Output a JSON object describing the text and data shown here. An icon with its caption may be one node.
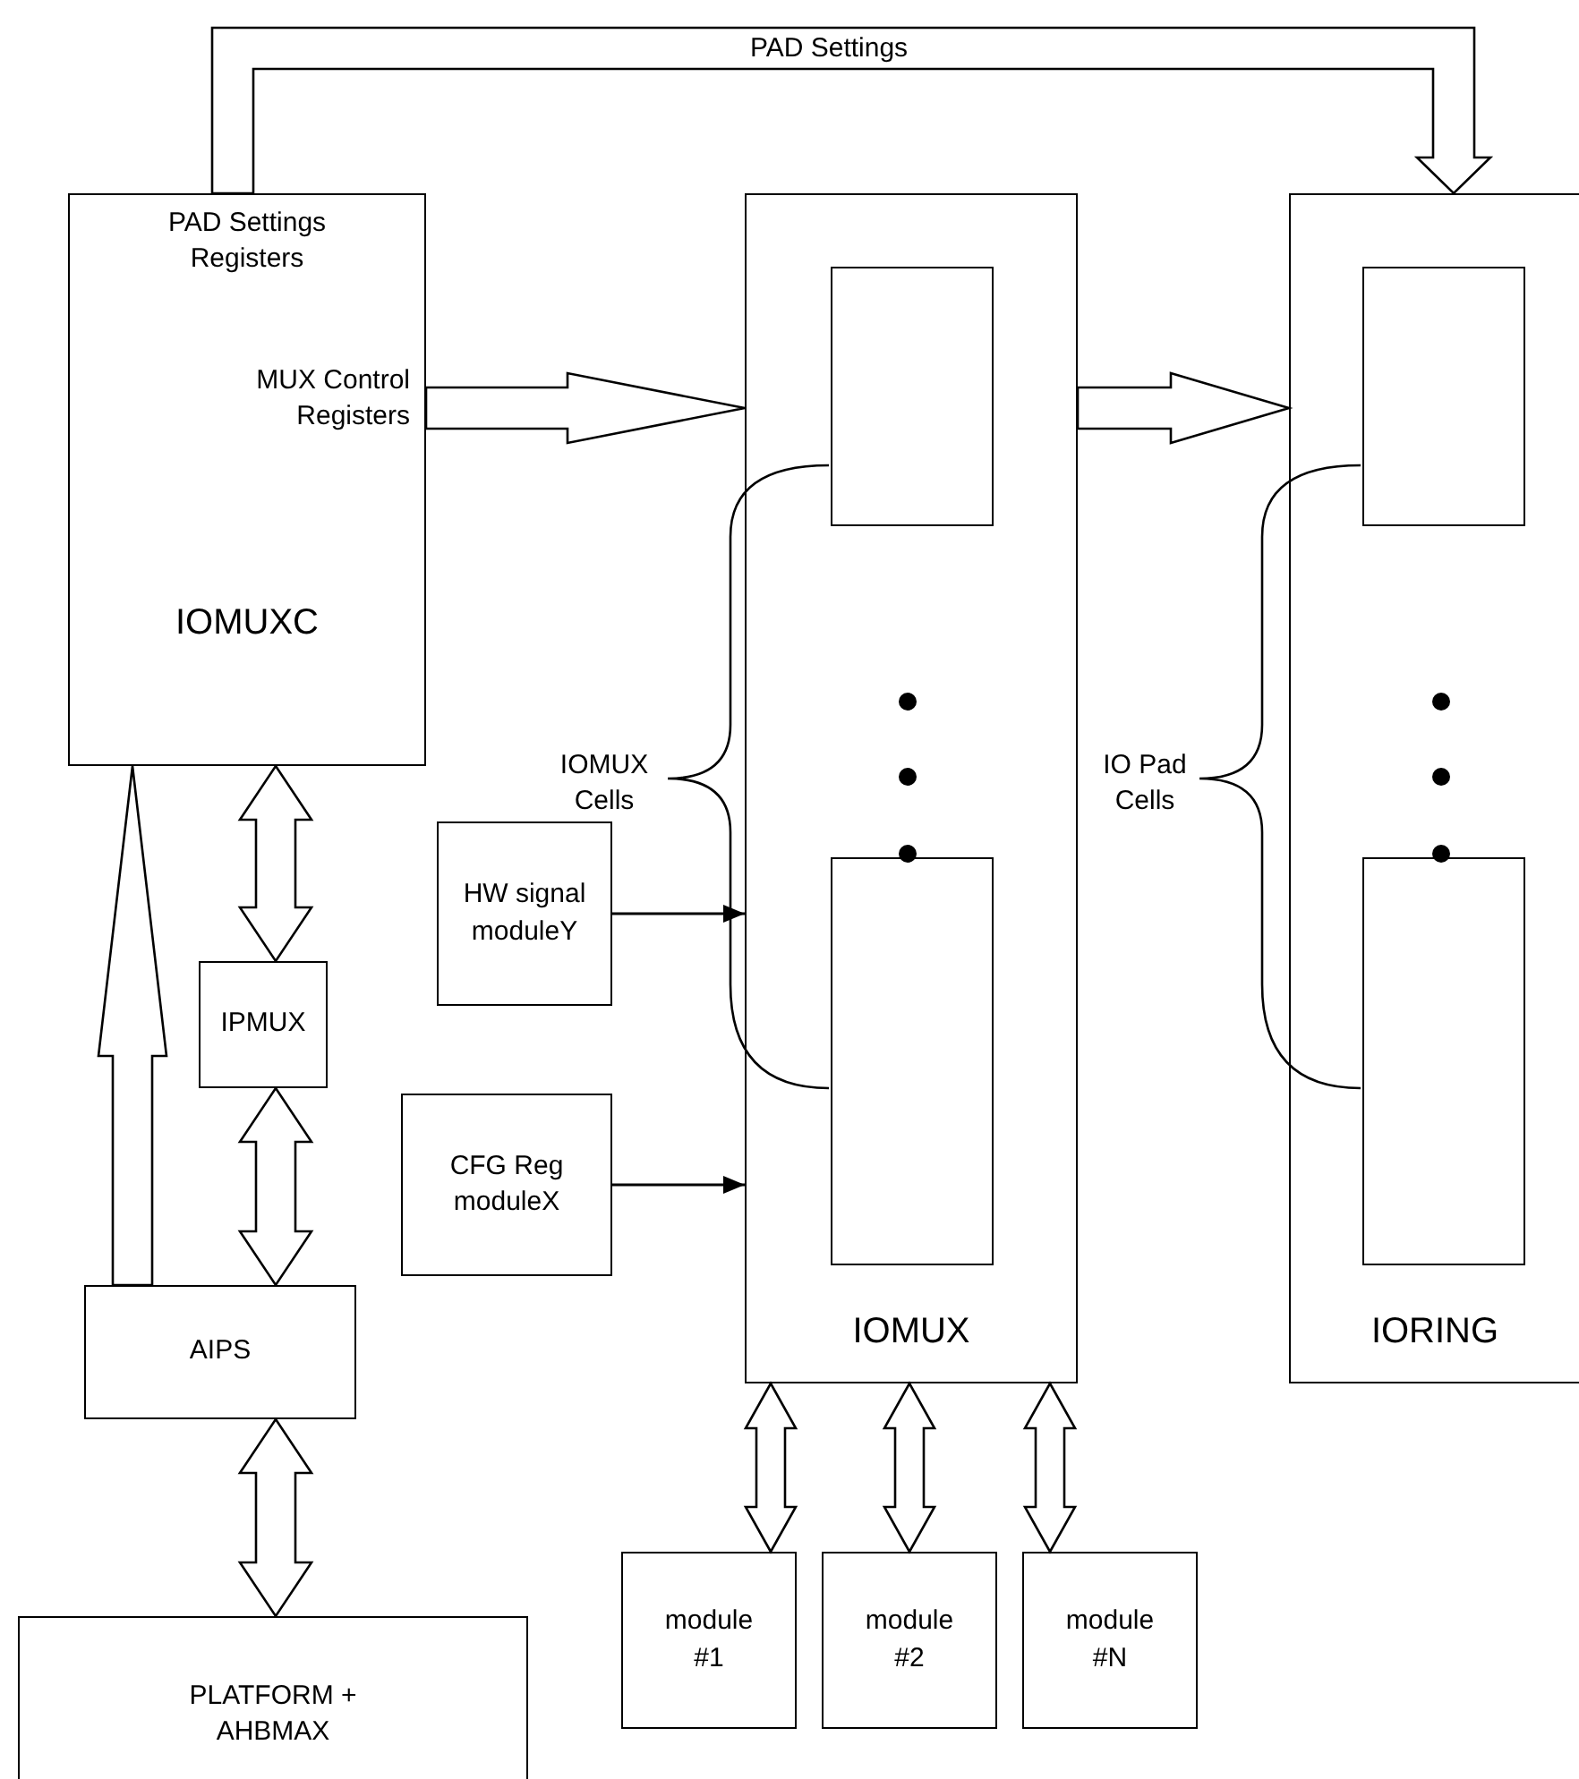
{
  "diagram": {
    "nodes": [
      {
        "text": [
          "PAD Settings Registers",
          "MUX Control Registers",
          "IOMUXC"
        ]
      },
      {
        "text": [
          "IOMUX"
        ]
      },
      {
        "text": [],
        "shape": "box",
        "in": 1
      },
      {
        "text": [],
        "shape": "box",
        "in": 1
      },
      {
        "text": [
          "IORING"
        ]
      },
      {
        "text": [],
        "shape": "box",
        "in": 4
      },
      {
        "text": [],
        "shape": "box",
        "in": 4
      },
      {
        "text": [
          "HW signal moduleY"
        ]
      },
      {
        "text": [
          "CFG Reg moduleX"
        ]
      },
      {
        "text": [
          "IPMUX"
        ]
      },
      {
        "text": [
          "AIPS"
        ]
      },
      {
        "text": [
          "PLATFORM + AHBMAX"
        ]
      },
      {
        "text": [
          "module #1"
        ]
      },
      {
        "text": [
          "module #2"
        ]
      },
      {
        "text": [
          "module #N"
        ]
      }
    ],
    "edges": [
      {
        "from": 0,
        "to": 4,
        "arrow": "to",
        "label": "PAD Settings",
        "style": "thick"
      },
      {
        "from": 0,
        "to": 1,
        "arrow": "to",
        "style": "thick"
      },
      {
        "from": 1,
        "to": 4,
        "arrow": "to",
        "style": "thick"
      },
      {
        "from": 0,
        "to": 9,
        "arrow": "both",
        "style": "thick"
      },
      {
        "from": 9,
        "to": 10,
        "arrow": "both",
        "style": "thick"
      },
      {
        "from": 10,
        "to": 11,
        "arrow": "both",
        "style": "thick"
      },
      {
        "from": 10,
        "to": 0,
        "arrow": "to",
        "style": "thick"
      },
      {
        "from": 7,
        "to": 1,
        "arrow": "to"
      },
      {
        "from": 8,
        "to": 1,
        "arrow": "to"
      },
      {
        "from": 1,
        "to": 12,
        "arrow": "both",
        "style": "thick"
      },
      {
        "from": 1,
        "to": 13,
        "arrow": "both",
        "style": "thick"
      },
      {
        "from": 1,
        "to": 14,
        "arrow": "both",
        "style": "thick"
      }
    ],
    "labels": [
      "IOMUX Cells",
      "IO Pad Cells"
    ]
  }
}
